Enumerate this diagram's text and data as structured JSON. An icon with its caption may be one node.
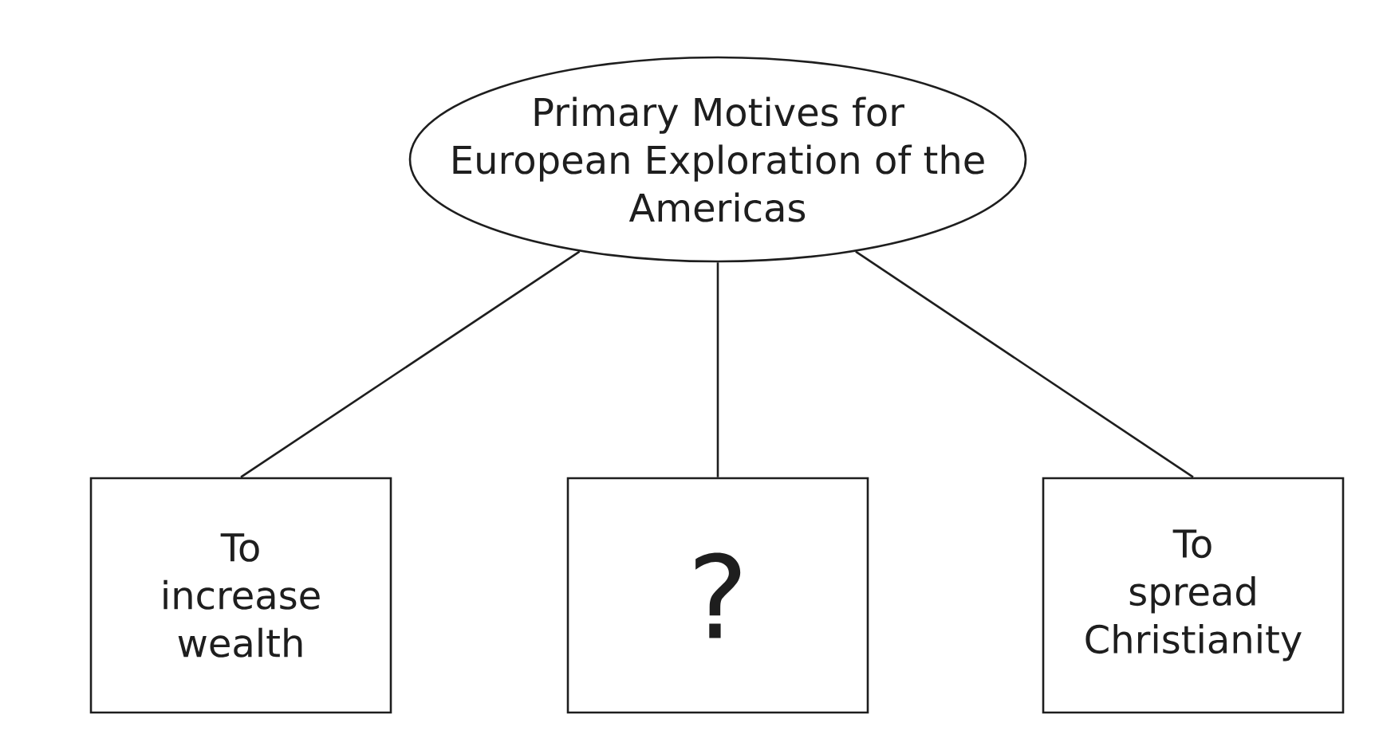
{
  "diagram": {
    "nodes": [
      {
        "text": [
          "Primary Motives for European Exploration of the Americas"
        ]
      },
      {
        "text": [
          "To increase wealth"
        ]
      },
      {
        "text": [
          "?"
        ]
      },
      {
        "text": [
          "To spread Christianity"
        ]
      }
    ],
    "edges": [
      {
        "from": 0,
        "to": 1,
        "arrow": "none"
      },
      {
        "from": 0,
        "to": 2,
        "arrow": "none"
      },
      {
        "from": 0,
        "to": 3,
        "arrow": "none"
      }
    ]
  }
}
